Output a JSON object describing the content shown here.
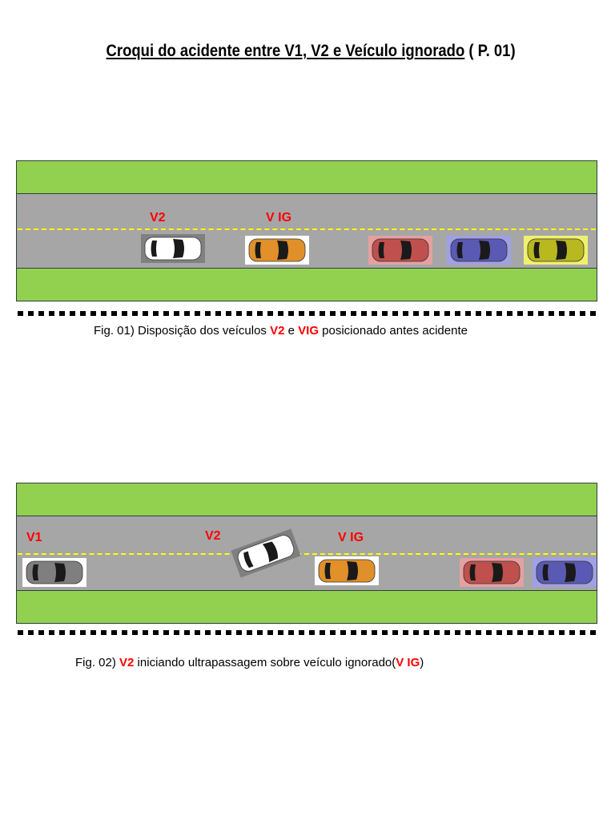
{
  "title": {
    "underlined": "Croqui do acidente entre V1, V2 e Veículo ignorado",
    "rest": " ( P. 01)"
  },
  "colors": {
    "grass": "#92d050",
    "road": "#a6a6a6",
    "lane_line": "#ffff00",
    "label": "#ff0000"
  },
  "fig1": {
    "labels": {
      "v2": "V2",
      "vig": "V IG"
    },
    "cars": [
      {
        "name": "v2-car",
        "color": "#ffffff",
        "bg": "#808080"
      },
      {
        "name": "vig-car",
        "color": "#e0902a",
        "bg": "#ffffff"
      },
      {
        "name": "red-car",
        "color": "#c0504d",
        "bg": "#e6a0a0"
      },
      {
        "name": "blue-car",
        "color": "#5a5ab4",
        "bg": "#a0a0e6"
      },
      {
        "name": "yellow-car",
        "color": "#b8b820",
        "bg": "#f0f070"
      }
    ],
    "caption": {
      "pre": "Fig. 01) Disposição dos veículos ",
      "v2": "V2",
      "mid": " e ",
      "vig": "VIG",
      "post": " posicionado antes acidente"
    }
  },
  "fig2": {
    "labels": {
      "v1": "V1",
      "v2": "V2",
      "vig": "V IG"
    },
    "cars": [
      {
        "name": "v1-car",
        "color": "#7f7f7f",
        "bg": "#ffffff"
      },
      {
        "name": "v2-car",
        "color": "#ffffff",
        "bg": "#7f7f7f"
      },
      {
        "name": "vig-car",
        "color": "#e0902a",
        "bg": "#ffffff"
      },
      {
        "name": "red-car",
        "color": "#c0504d",
        "bg": "#e6a0a0"
      },
      {
        "name": "blue-car",
        "color": "#5a5ab4",
        "bg": "#a0a0e6"
      }
    ],
    "caption": {
      "pre": "Fig. 02) ",
      "v2": "V2",
      "mid": " iniciando ultrapassagem sobre veículo ignorado(",
      "vig": "V IG",
      "post": ")"
    }
  }
}
